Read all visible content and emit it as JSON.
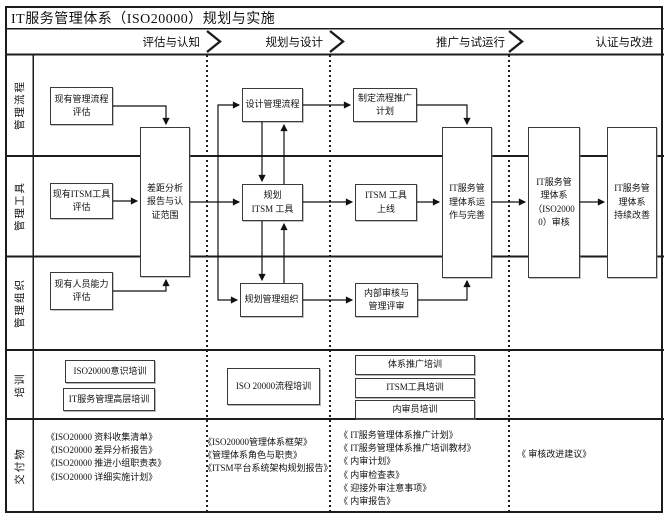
{
  "title": "IT服务管理体系（ISO20000）规划与实施",
  "phases": [
    "评估与认知",
    "规划与设计",
    "推广与试运行",
    "认证与改进"
  ],
  "lanes": [
    "管理流程",
    "管理工具",
    "管理组织",
    "培训",
    "交付物"
  ],
  "boxes": [
    {
      "id": "assess-process",
      "label": "现有管理流程\n评估"
    },
    {
      "id": "assess-itsm-tool",
      "label": "现有ITSM工具\n评估"
    },
    {
      "id": "assess-staff",
      "label": "现有人员能力\n评估"
    },
    {
      "id": "gap-analysis",
      "label": "差距分析\n报告与认\n证范围"
    },
    {
      "id": "design-process",
      "label": "设计管理流程"
    },
    {
      "id": "plan-itsm-tool",
      "label": "规划\nITSM 工具"
    },
    {
      "id": "plan-org",
      "label": "规划管理组织"
    },
    {
      "id": "rollout-plan",
      "label": "制定流程推广\n计划"
    },
    {
      "id": "tool-golive",
      "label": "ITSM 工具\n上线"
    },
    {
      "id": "internal-audit",
      "label": "内部审核与\n管理评审"
    },
    {
      "id": "system-operate",
      "label": "IT服务管\n理体系运\n作与完善"
    },
    {
      "id": "system-audit",
      "label": "IT服务管\n理体系\n（ISO2000\n0）审核"
    },
    {
      "id": "system-improve",
      "label": "IT服务管\n理体系\n持续改善"
    }
  ],
  "training": [
    {
      "id": "awareness",
      "label": "ISO20000意识培训"
    },
    {
      "id": "executive",
      "label": "IT服务管理高层培训"
    },
    {
      "id": "process",
      "label": "ISO 20000流程培训"
    },
    {
      "id": "rollout",
      "label": "体系推广培训"
    },
    {
      "id": "tool",
      "label": "ITSM工具培训"
    },
    {
      "id": "auditor",
      "label": "内审员培训"
    }
  ],
  "deliverables": [
    [
      "《ISO20000 资料收集清单》",
      "《ISO20000 差异分析报告》",
      "《ISO20000 推进小组职责表》",
      "《ISO20000 详细实施计划》"
    ],
    [
      "《ISO20000管理体系框架》",
      "《管理体系角色与职责》",
      "《ITSM平台系统架构规划报告》"
    ],
    [
      "《 IT服务管理体系推广计划》",
      "《 IT服务管理体系推广培训教材》",
      "《 内审计划》",
      "《 内审检查表》",
      "《 迎接外审注意事项》",
      "《 内审报告》"
    ],
    [
      "《 审核改进建议》"
    ]
  ],
  "colors": {
    "line": "#1c1c1c",
    "box_border": "#3a3a3a",
    "background": "#ffffff",
    "text": "#111111"
  }
}
